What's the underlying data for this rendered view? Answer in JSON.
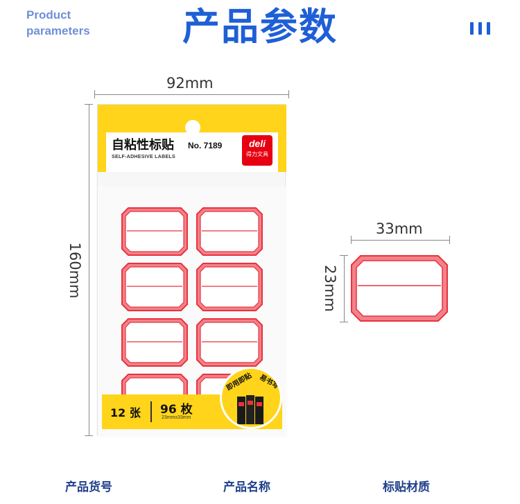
{
  "header": {
    "en_line1": "Product",
    "en_line2": "parameters",
    "cn_title": "产品参数"
  },
  "package": {
    "width_label": "92mm",
    "height_label": "160mm",
    "product_name": "自粘性标贴",
    "product_no": "No. 7189",
    "product_en": "SELF-ADHESIVE LABELS",
    "logo_main": "deli",
    "logo_sub": "得力文具",
    "sheets": "12 张",
    "count": "96 枚",
    "label_size": "23mmx33mm",
    "badge_left": "即用即贴",
    "badge_right": "易书写"
  },
  "single_label": {
    "width_label": "33mm",
    "height_label": "23mm"
  },
  "bottom_labels": [
    "产品货号",
    "产品名称",
    "标贴材质"
  ],
  "colors": {
    "brand_blue": "#1f5fd6",
    "pack_yellow": "#ffd41a",
    "label_red": "#e8323f",
    "logo_red": "#e60012"
  }
}
